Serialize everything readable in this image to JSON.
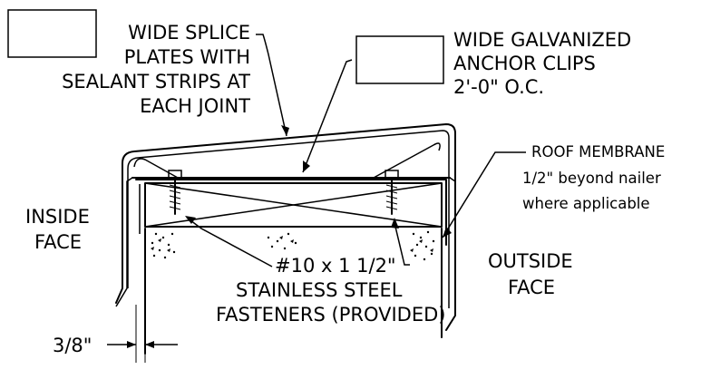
{
  "labels": {
    "splice_line1": "WIDE SPLICE",
    "splice_line2": "PLATES WITH",
    "splice_line3": "SEALANT STRIPS AT",
    "splice_line4": "EACH JOINT",
    "clips_line1": "WIDE GALVANIZED",
    "clips_line2": "ANCHOR CLIPS",
    "clips_line3": "2'-0\" O.C.",
    "membrane_line1": "ROOF MEMBRANE",
    "membrane_line2": "1/2\" beyond nailer",
    "membrane_line3": "where applicable",
    "inside_line1": "INSIDE",
    "inside_line2": "FACE",
    "outside_line1": "OUTSIDE",
    "outside_line2": "FACE",
    "fastener_line1": "#10 x 1 1/2\"",
    "fastener_line2": "STAINLESS STEEL",
    "fastener_line3": "FASTENERS (PROVIDED)",
    "gap_dimension": "3/8\""
  }
}
